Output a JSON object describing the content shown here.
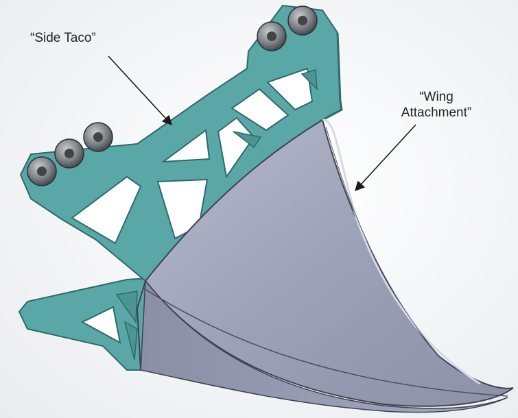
{
  "labels": {
    "side_taco": "“Side Taco”",
    "wing_line1": "“Wing",
    "wing_line2": "Attachment”"
  },
  "colors": {
    "teal_part": "#5aa7a7",
    "teal_edge": "#2e6a6a",
    "wing_face": "#9da2b8",
    "wing_edge": "#3d4150",
    "bolt": "#6f7478",
    "arrow": "#1a1a1a"
  },
  "icons": [
    "bolt-head",
    "arrow"
  ]
}
